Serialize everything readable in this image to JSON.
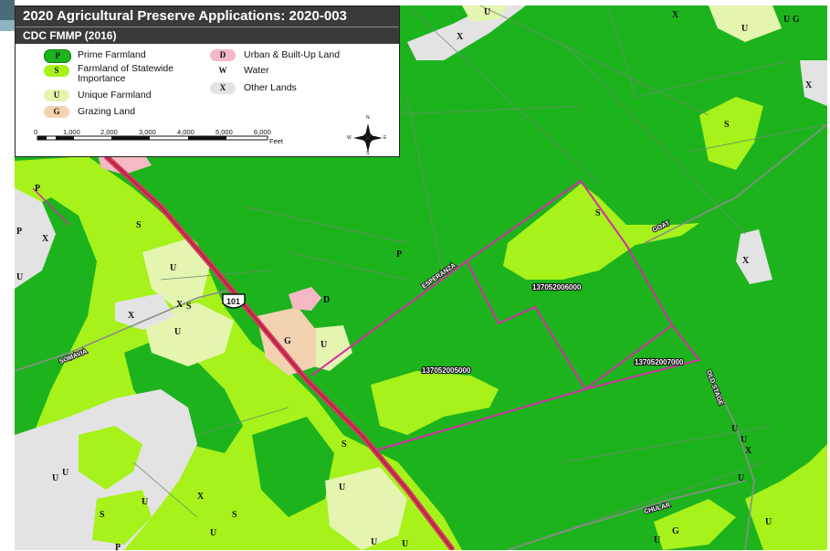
{
  "legend": {
    "title": "2020 Agricultural Preserve Applications: 2020-003",
    "subtitle": "CDC FMMP (2016)",
    "items": [
      {
        "code": "P",
        "label": "Prime Farmland",
        "color": "#1db31d"
      },
      {
        "code": "S",
        "label": "Farmland of Statewide Importance",
        "color": "#a6f21a"
      },
      {
        "code": "U",
        "label": "Unique Farmland",
        "color": "#e4f5b0"
      },
      {
        "code": "G",
        "label": "Grazing Land",
        "color": "#f2d2b0"
      },
      {
        "code": "D",
        "label": "Urban & Built-Up Land",
        "color": "#f5b9c6"
      },
      {
        "code": "W",
        "label": "Water",
        "color": "#ffffff"
      },
      {
        "code": "X",
        "label": "Other Lands",
        "color": "#e3e3e3"
      }
    ],
    "scale": {
      "ticks": [
        "0",
        "1,000",
        "2,000",
        "3,000",
        "4,000",
        "5,000",
        "6,000"
      ],
      "unit": "Feet"
    },
    "north_arrow": {
      "n": "N",
      "s": "S",
      "e": "E",
      "w": "W"
    }
  },
  "map": {
    "highway_shield": "101",
    "roads": [
      "ESPERANZA",
      "GOAT",
      "SOMAVIA",
      "OLD STAGE",
      "CHULAR"
    ],
    "parcels": [
      "137052006000",
      "137052005000",
      "137052007000"
    ],
    "colors": {
      "prime": "#1db31d",
      "statewide": "#a6f21a",
      "unique": "#e4f5b0",
      "grazing": "#f2d2b0",
      "urban": "#f5b9c6",
      "other": "#e3e3e3",
      "parcel_outline": "#d62ca8",
      "highway": "#d9365a"
    }
  }
}
